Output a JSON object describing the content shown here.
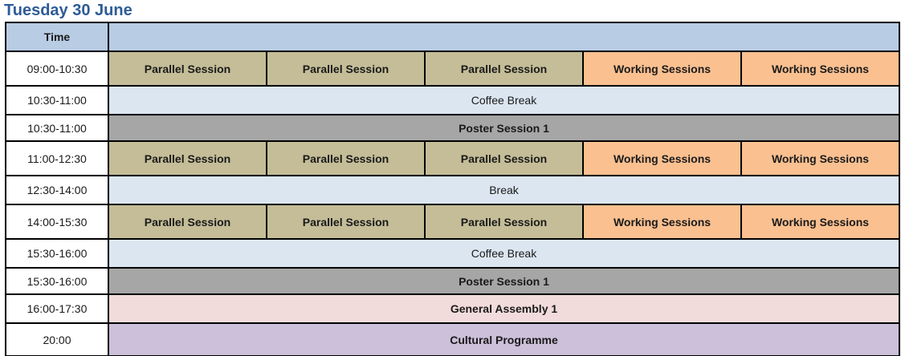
{
  "title": "Tuesday 30 June",
  "colors": {
    "title_text": "#2E5B97",
    "header_bg": "#B8CCE4",
    "parallel_bg": "#C4BD97",
    "working_bg": "#FAC090",
    "break_bg": "#DCE6F1",
    "poster_bg": "#A6A6A6",
    "assembly_bg": "#F2DCDB",
    "cultural_bg": "#CCC0DA",
    "time_bg": "#FFFFFF",
    "border": "#000000"
  },
  "table": {
    "header": {
      "time_label": "Time"
    },
    "rows": [
      {
        "time": "09:00-10:30",
        "kind": "sessions",
        "cells": [
          {
            "label": "Parallel Session",
            "style": "parallel"
          },
          {
            "label": "Parallel Session",
            "style": "parallel"
          },
          {
            "label": "Parallel Session",
            "style": "parallel"
          },
          {
            "label": "Working Sessions",
            "style": "working"
          },
          {
            "label": "Working Sessions",
            "style": "working"
          }
        ]
      },
      {
        "time": "10:30-11:00",
        "kind": "full",
        "label": "Coffee Break",
        "style": "break"
      },
      {
        "time": "10:30-11:00",
        "kind": "full",
        "label": "Poster Session 1",
        "style": "poster"
      },
      {
        "time": "11:00-12:30",
        "kind": "sessions",
        "cells": [
          {
            "label": "Parallel Session",
            "style": "parallel"
          },
          {
            "label": "Parallel Session",
            "style": "parallel"
          },
          {
            "label": "Parallel Session",
            "style": "parallel"
          },
          {
            "label": "Working Sessions",
            "style": "working"
          },
          {
            "label": "Working Sessions",
            "style": "working"
          }
        ]
      },
      {
        "time": "12:30-14:00",
        "kind": "full",
        "label": "Break",
        "style": "break"
      },
      {
        "time": "14:00-15:30",
        "kind": "sessions",
        "cells": [
          {
            "label": "Parallel Session",
            "style": "parallel"
          },
          {
            "label": "Parallel Session",
            "style": "parallel"
          },
          {
            "label": "Parallel Session",
            "style": "parallel"
          },
          {
            "label": "Working Sessions",
            "style": "working"
          },
          {
            "label": "Working Sessions",
            "style": "working"
          }
        ]
      },
      {
        "time": "15:30-16:00",
        "kind": "full",
        "label": "Coffee Break",
        "style": "break"
      },
      {
        "time": "15:30-16:00",
        "kind": "full",
        "label": "Poster Session 1",
        "style": "poster"
      },
      {
        "time": "16:00-17:30",
        "kind": "full",
        "label": "General Assembly 1",
        "style": "assembly"
      },
      {
        "time": "20:00",
        "kind": "full",
        "label": "Cultural Programme",
        "style": "cultural"
      }
    ]
  }
}
